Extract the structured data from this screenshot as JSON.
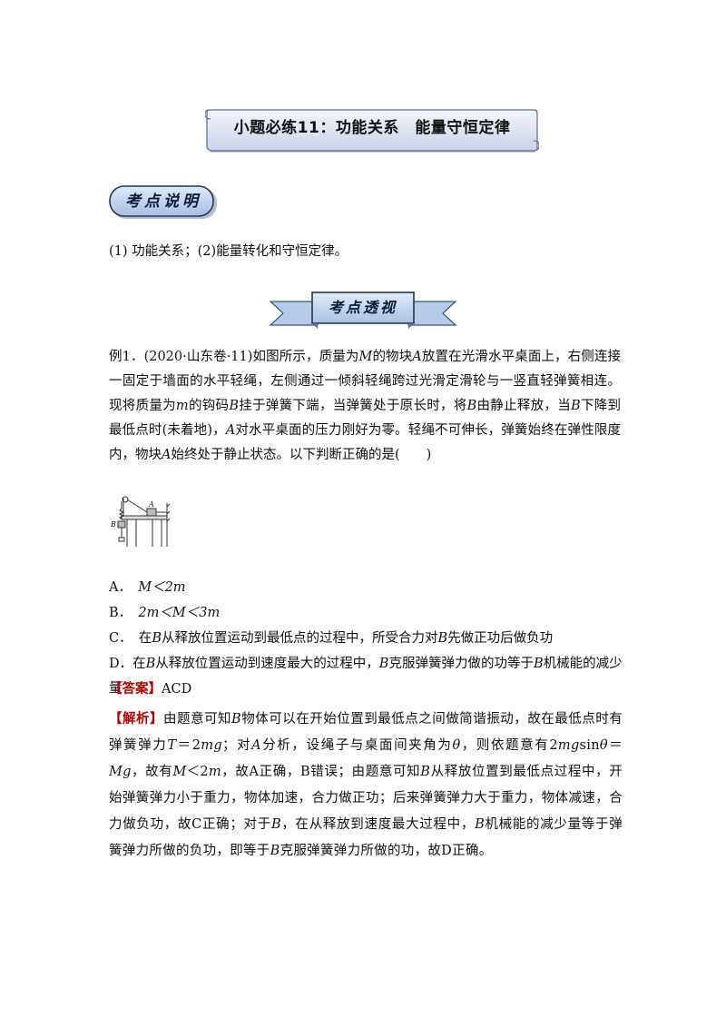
{
  "title": "小题必练11：功能关系　能量守恒定律",
  "badges": {
    "kaodian_shuoming": "考点说明",
    "kaodian_toushi": "考点透视"
  },
  "intro": "(1) 功能关系；(2)能量转化和守恒定律。",
  "question": {
    "p1": "例1．(2020·山东卷·11)如图所示，质量为",
    "M1": "M",
    "p2": "的物块",
    "A1": "A",
    "p3": "放置在光滑水平桌面上，右侧连接一固定于墙面的水平轻绳，左侧通过一倾斜轻绳跨过光滑定滑轮与一竖直轻弹簧相连。现将质量为",
    "m1": "m",
    "p4": "的钩码",
    "B1": "B",
    "p5": "挂于弹簧下端，当弹簧处于原长时，将",
    "B2": "B",
    "p6": "由静止释放，当",
    "B3": "B",
    "p7": "下降到最低点时(未着地)，",
    "A2": "A",
    "p8": "对水平桌面的压力刚好为零。轻绳不可伸长，弹簧始终在弹性限度内，物块",
    "A3": "A",
    "p9": "始终处于静止状态。以下判断正确的是(　　)"
  },
  "figure": {
    "label_A": "A",
    "label_B": "B"
  },
  "options": {
    "A": {
      "letter": "A．",
      "text": "M＜2m"
    },
    "B": {
      "letter": "B．",
      "text": "2m＜M＜3m"
    },
    "C": {
      "letter": "C．",
      "p1": "在",
      "v1": "B",
      "p2": "从释放位置运动到最低点的过程中，所受合力对",
      "v2": "B",
      "p3": "先做正功后做负功"
    },
    "D": {
      "letter": "D．",
      "p1": "在",
      "v1": "B",
      "p2": "从释放位置运动到速度最大的过程中，",
      "v2": "B",
      "p3": "克服弹簧弹力做的功等于",
      "v3": "B",
      "p4": "机械能的减少量"
    }
  },
  "answer": {
    "tag": "【答案】",
    "value": "ACD"
  },
  "analysis": {
    "tag": "【解析】",
    "p1": "由题意可知",
    "v1": "B",
    "p2": "物体可以在开始位置到最低点之间做简谐振动，故在最低点时有弹簧弹力",
    "v2": "T",
    "p3": "＝2",
    "v3": "mg",
    "p4": "；对",
    "v4": "A",
    "p5": "分析，设绳子与桌面间夹角为",
    "v5": "θ",
    "p6": "，则依题意有2",
    "v6": "mg",
    "p7": "sin",
    "v7": "θ",
    "p8": "＝",
    "v8": "Mg",
    "p9": "，故有",
    "v9": "M",
    "p10": "＜2",
    "v10": "m",
    "p11": "，故A正确，B错误；由题意可知",
    "v11": "B",
    "p12": "从释放位置到最低点过程中，开始弹簧弹力小于重力，物体加速，合力做正功；后来弹簧弹力大于重力，物体减速，合力做负功，故C正确；对于",
    "v12": "B",
    "p13": "，在从释放到速度最大过程中，",
    "v13": "B",
    "p14": "机械能的减少量等于弹簧弹力所做的负功，即等于",
    "v14": "B",
    "p15": "克服弹簧弹力所做的功，故D正确。"
  }
}
